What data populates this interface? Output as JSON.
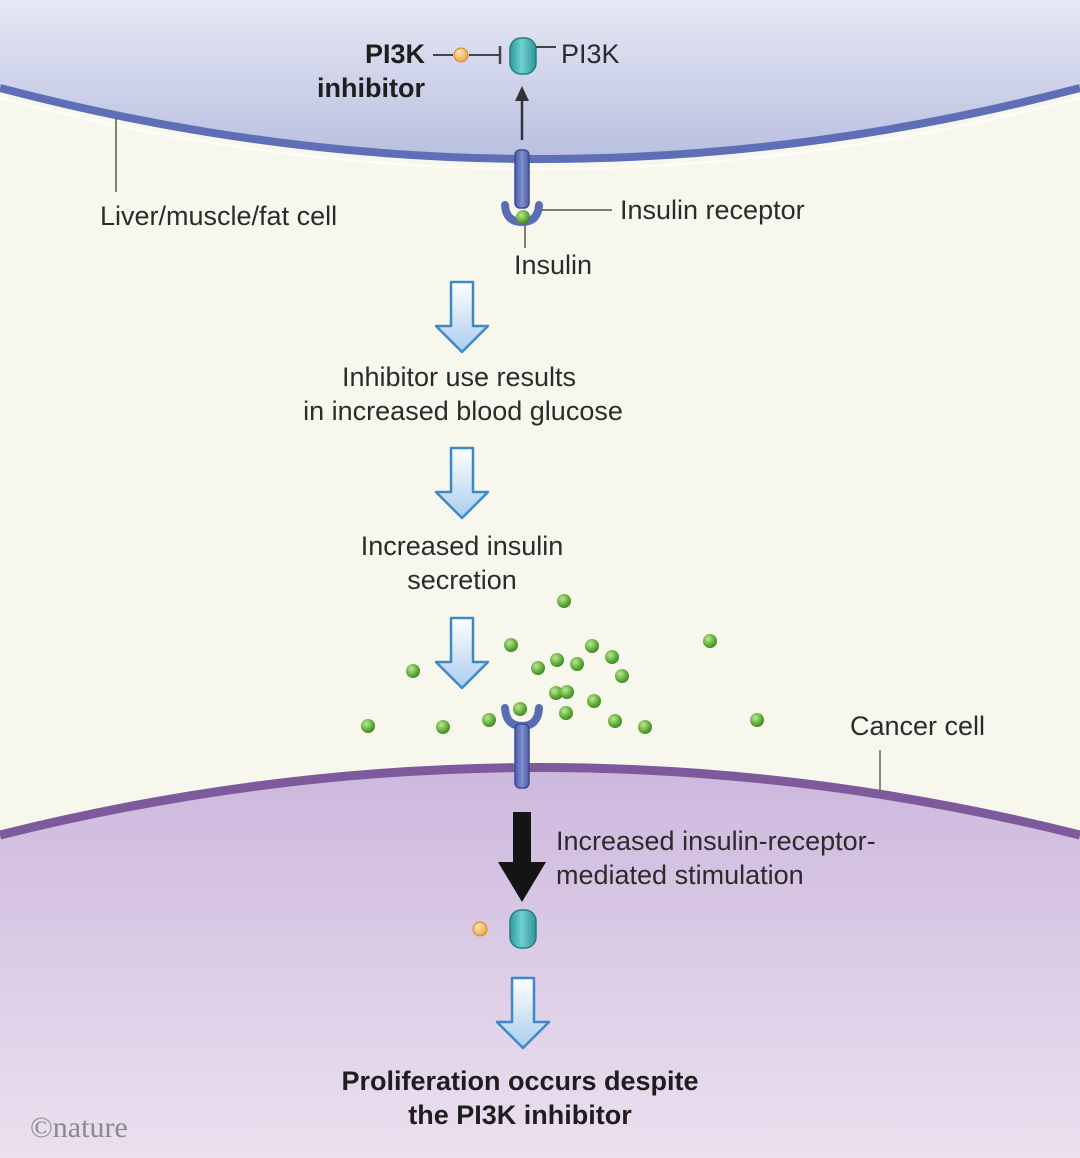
{
  "top_cell": {
    "inhibitor_label_line1": "PI3K",
    "inhibitor_label_line2": "inhibitor",
    "pi3k_label": "PI3K",
    "cell_label": "Liver/muscle/fat cell",
    "receptor_label": "Insulin receptor",
    "insulin_label": "Insulin"
  },
  "steps": [
    {
      "line1": "Inhibitor use results",
      "line2": "in increased blood glucose"
    },
    {
      "line1": "Increased insulin",
      "line2": "secretion"
    }
  ],
  "bottom_cell": {
    "cell_label": "Cancer cell",
    "stimulation_line1": "Increased insulin-receptor-",
    "stimulation_line2": "mediated stimulation",
    "outcome_line1": "Proliferation occurs despite",
    "outcome_line2": "the PI3K inhibitor"
  },
  "credit": "©nature",
  "colors": {
    "background": "#f8f7ee",
    "top_membrane": "#5e6fb8",
    "bottom_membrane": "#7d5a9b",
    "receptor": "#5a6cb4",
    "pi3k": "#3aaeb1",
    "inhibitor": "#f2b35a",
    "insulin": "#5eaa36",
    "flow_arrow": "#3f88c8"
  }
}
